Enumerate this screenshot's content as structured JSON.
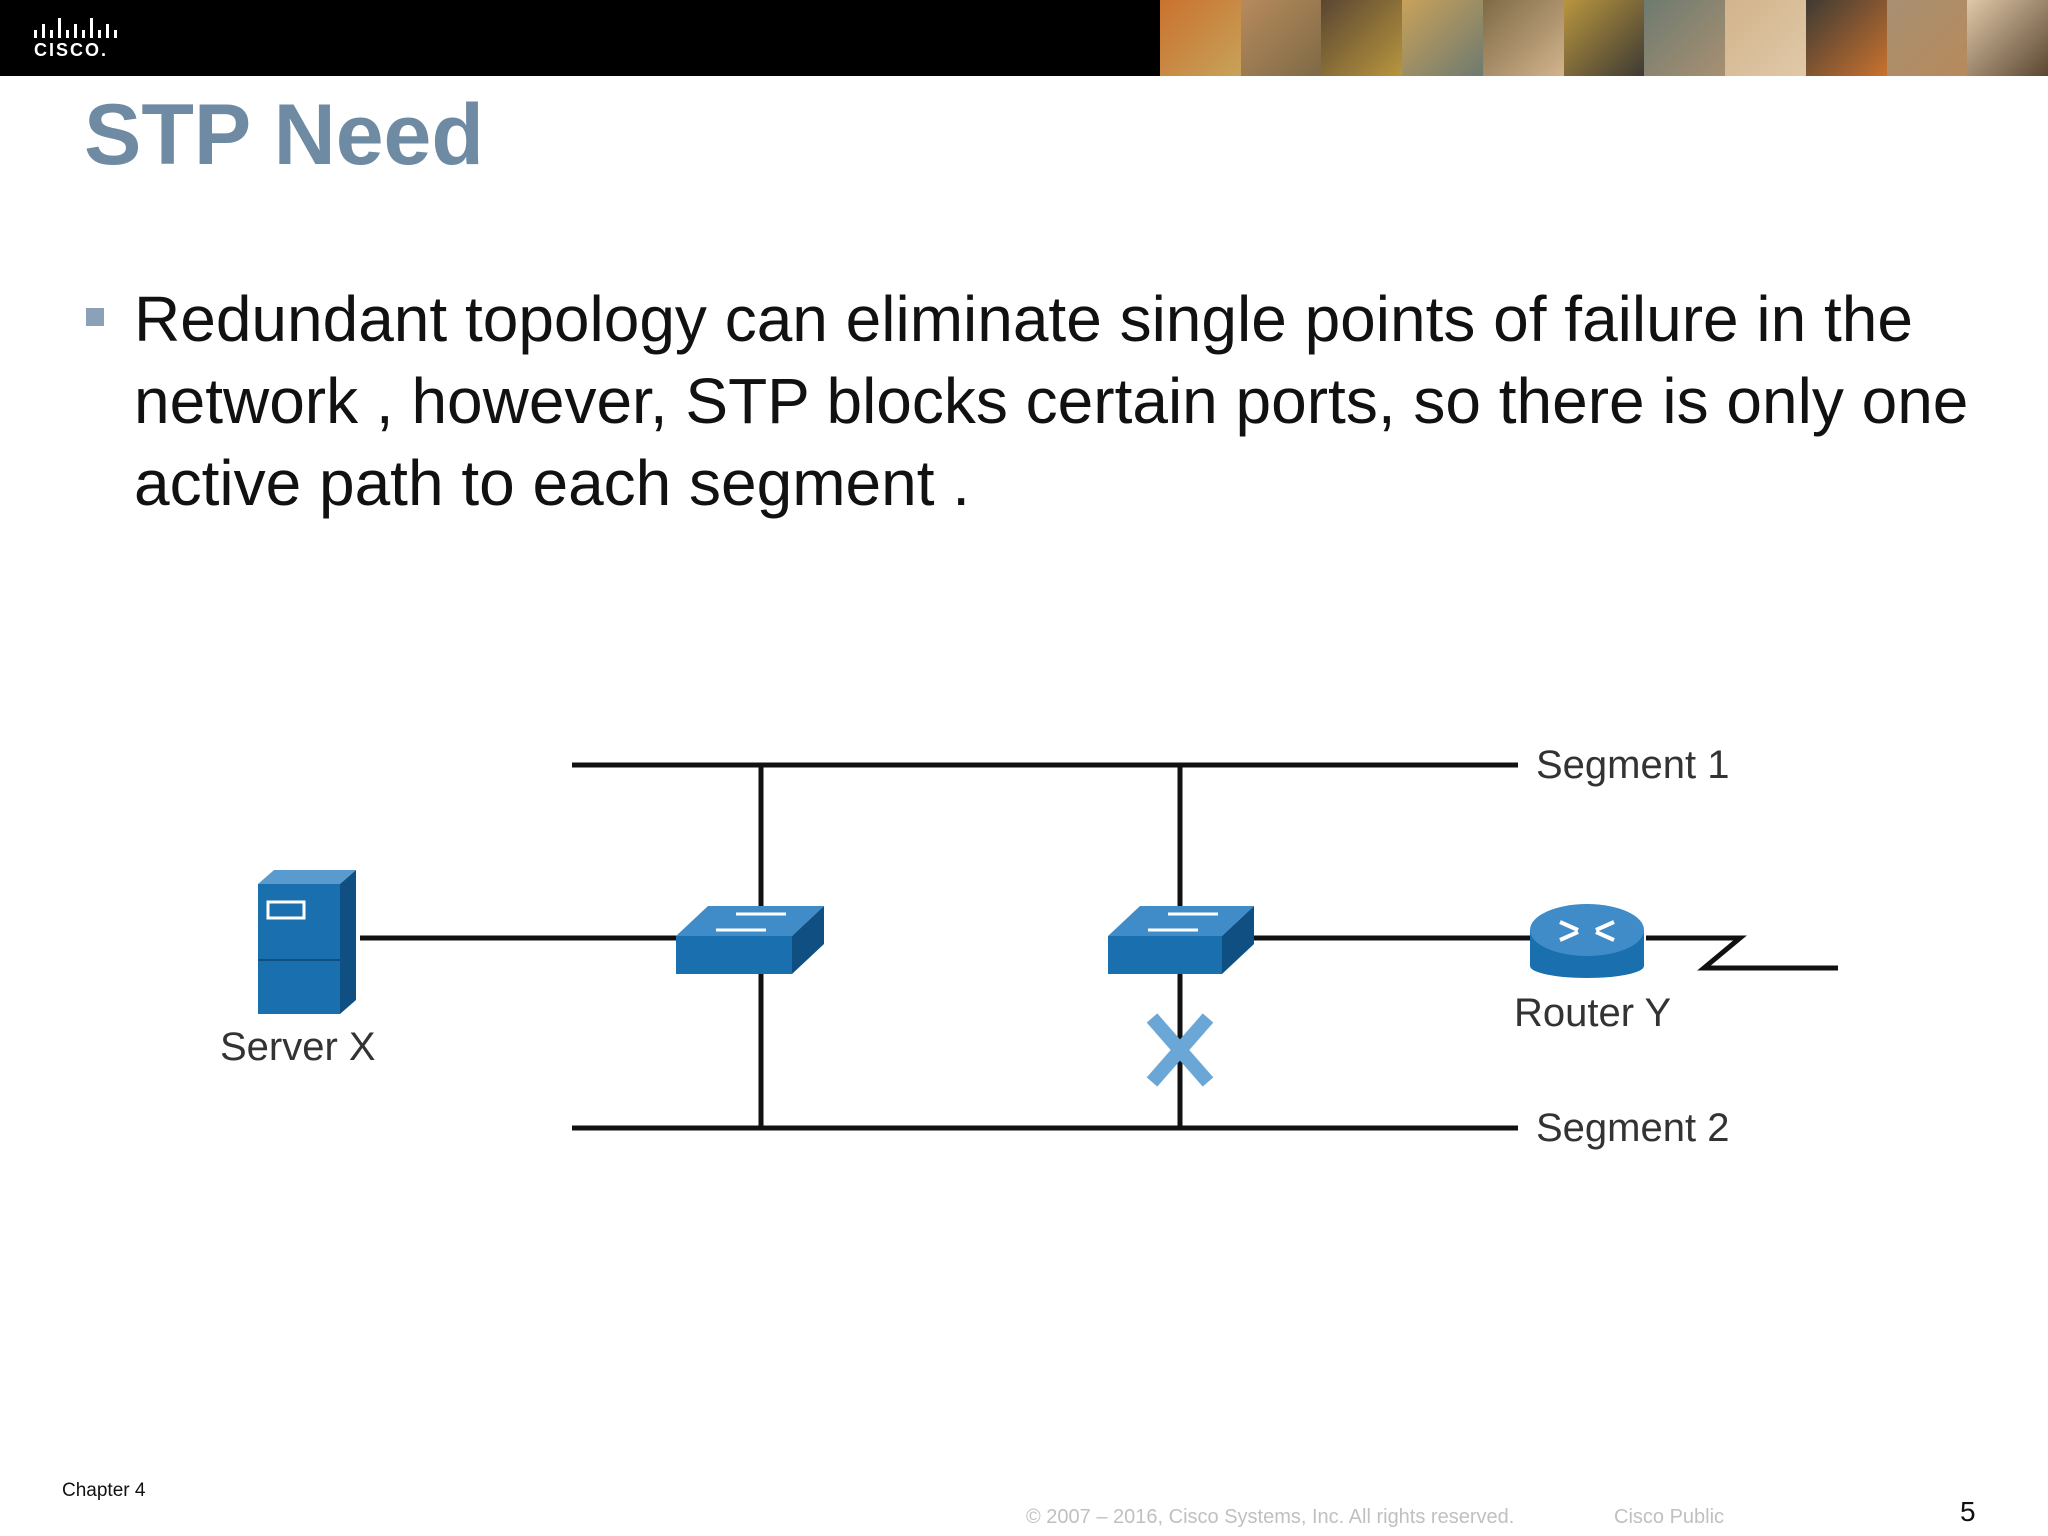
{
  "header": {
    "logo_text": "CISCO.",
    "photo_colors": [
      "#c9722e",
      "#b78a5c",
      "#5a4632",
      "#c8a25a",
      "#7e6a46",
      "#b8963e",
      "#6e7a70",
      "#d2b48c",
      "#3e3a34",
      "#a89072",
      "#e0c8a8"
    ]
  },
  "slide": {
    "title": "STP Need",
    "bullet": "Redundant topology can eliminate single points of failure in the network , however, STP blocks certain ports, so there is only one active path to each segment ."
  },
  "diagram": {
    "segment1_label": "Segment 1",
    "segment2_label": "Segment 2",
    "server_label": "Server X",
    "router_label": "Router Y",
    "device_color": "#1a6fae",
    "blocked_marker_color": "#6aa6d6"
  },
  "footer": {
    "chapter": "Chapter 4",
    "copyright": "© 2007 – 2016, Cisco Systems, Inc. All rights reserved.",
    "classification": "Cisco Public",
    "page_number": "5"
  }
}
